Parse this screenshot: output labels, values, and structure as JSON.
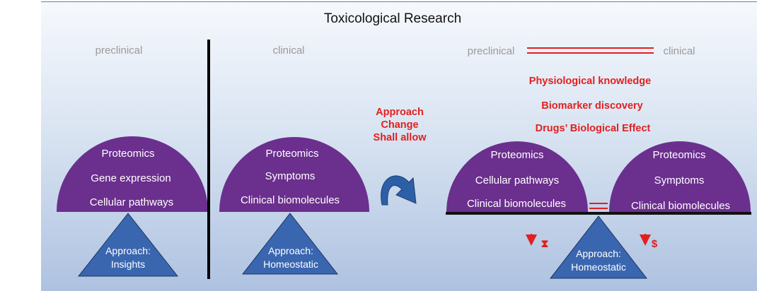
{
  "title": "Toxicological Research",
  "colors": {
    "dome": "#6b2f8e",
    "triangle": "#3a66b0",
    "accent_red": "#e2201f",
    "phase_label": "#9a9a9a",
    "divider": "#000000",
    "arrow": "#2c5fa6"
  },
  "left_panel": {
    "phase_label": "preclinical",
    "dome_items": [
      "Proteomics",
      "Gene expression",
      "Cellular pathways"
    ],
    "approach_line1": "Approach:",
    "approach_line2": "Insights"
  },
  "middle_panel": {
    "phase_label": "clinical",
    "dome_items": [
      "Proteomics",
      "Symptoms",
      "Clinical biomolecules"
    ],
    "approach_line1": "Approach:",
    "approach_line2": "Homeostatic"
  },
  "transition": {
    "lines": [
      "Approach",
      "Change",
      "Shall allow"
    ],
    "icon": "curved-arrow-icon"
  },
  "right_panel": {
    "phase_label_left": "preclinical",
    "phase_label_right": "clinical",
    "benefits": [
      "Physiological knowledge",
      "Biomarker discovery",
      "Drugs’ Biological Effect"
    ],
    "dome_left_items": [
      "Proteomics",
      "Cellular pathways",
      "Clinical biomolecules"
    ],
    "dome_right_items": [
      "Proteomics",
      "Symptoms",
      "Clinical biomolecules"
    ],
    "approach_line1": "Approach:",
    "approach_line2": "Homeostatic",
    "time_symbol": "⧗",
    "cost_symbol": "$"
  }
}
